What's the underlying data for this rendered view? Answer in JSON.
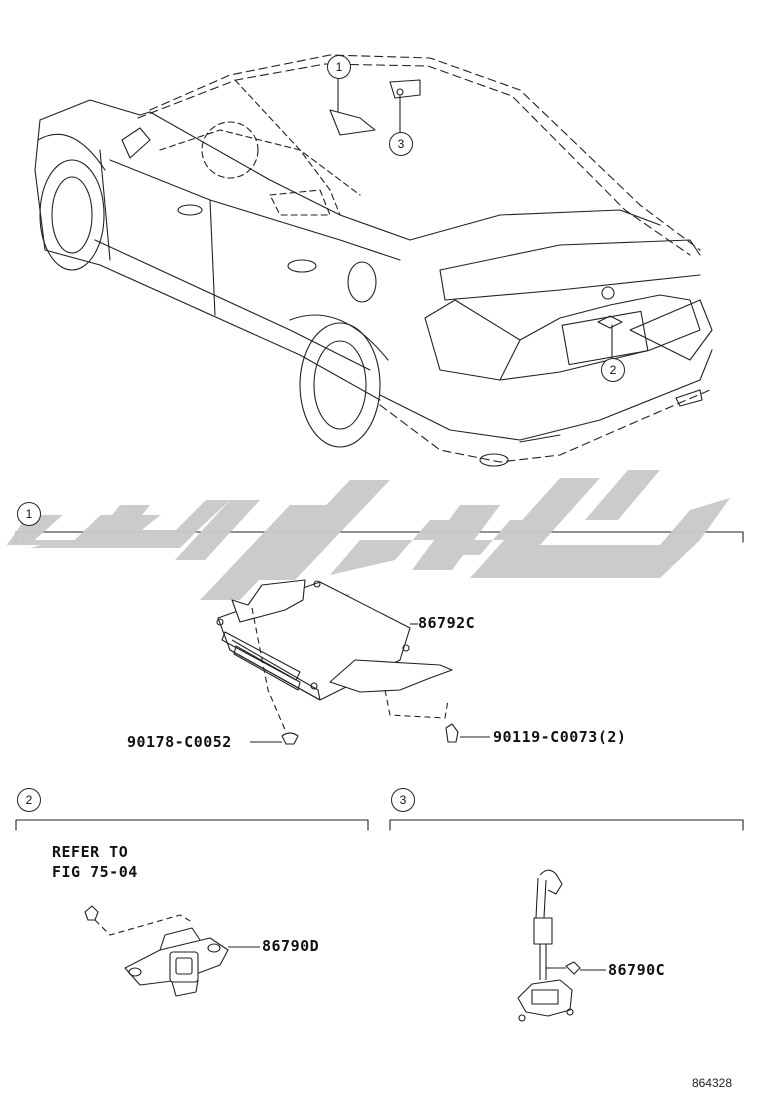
{
  "callouts": [
    "1",
    "2",
    "3"
  ],
  "sections": [
    {
      "number": "1",
      "parts": [
        "86792C",
        "90178-C0052",
        "90119-C0073(2)"
      ]
    },
    {
      "number": "2",
      "note": [
        "REFER TO",
        "FIG 75-04"
      ],
      "parts": [
        "86790D"
      ]
    },
    {
      "number": "3",
      "parts": [
        "86790C"
      ]
    }
  ],
  "reference_id": "864328",
  "watermark_color": "#c9c9c9"
}
